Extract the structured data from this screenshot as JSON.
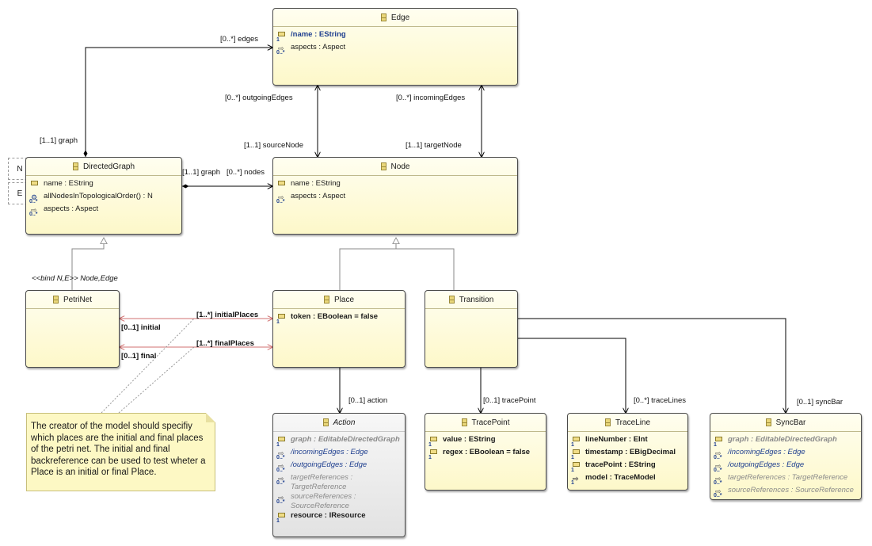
{
  "classes": {
    "edge": {
      "name": "Edge",
      "attrs": [
        {
          "icon": "attribute-icon",
          "mult": "1",
          "text": "/name : EString",
          "style": "derived"
        },
        {
          "icon": "reference-icon",
          "mult": "0..*",
          "text": "aspects : Aspect",
          "style": "plain"
        }
      ]
    },
    "node": {
      "name": "Node",
      "attrs": [
        {
          "icon": "attribute-icon",
          "mult": "",
          "text": "name : EString",
          "style": "plain"
        },
        {
          "icon": "reference-icon",
          "mult": "0..*",
          "text": "aspects : Aspect",
          "style": "plain"
        }
      ]
    },
    "directed_graph": {
      "name": "DirectedGraph",
      "attrs": [
        {
          "icon": "attribute-icon",
          "mult": "",
          "text": "name : EString",
          "style": "plain"
        },
        {
          "icon": "operation-icon",
          "mult": "0..*",
          "text": "allNodesInTopologicalOrder() : N",
          "style": "plain"
        },
        {
          "icon": "reference-icon",
          "mult": "0..*",
          "text": "aspects : Aspect",
          "style": "plain"
        }
      ]
    },
    "petri_net": {
      "name": "PetriNet",
      "attrs": []
    },
    "place": {
      "name": "Place",
      "attrs": [
        {
          "icon": "attribute-icon",
          "mult": "1",
          "text": "token : EBoolean = false",
          "style": "bold"
        }
      ]
    },
    "transition": {
      "name": "Transition",
      "attrs": []
    },
    "action": {
      "name": "Action",
      "attrs": [
        {
          "icon": "attribute-icon",
          "mult": "1",
          "text": "graph : EditableDirectedGraph",
          "style": "grey-bold"
        },
        {
          "icon": "reference-icon",
          "mult": "0..*",
          "text": "/incomingEdges : Edge",
          "style": "ital"
        },
        {
          "icon": "reference-icon",
          "mult": "0..*",
          "text": "/outgoingEdges : Edge",
          "style": "ital"
        },
        {
          "icon": "reference-icon",
          "mult": "0..*",
          "text": "targetReferences : TargetReference",
          "style": "grey"
        },
        {
          "icon": "reference-icon",
          "mult": "0..*",
          "text": "sourceReferences : SourceReference",
          "style": "grey"
        },
        {
          "icon": "attribute-icon",
          "mult": "1",
          "text": "resource : IResource",
          "style": "bold"
        }
      ]
    },
    "trace_point": {
      "name": "TracePoint",
      "attrs": [
        {
          "icon": "attribute-icon",
          "mult": "1",
          "text": "value : EString",
          "style": "bold"
        },
        {
          "icon": "attribute-icon",
          "mult": "1",
          "text": "regex : EBoolean = false",
          "style": "bold"
        }
      ]
    },
    "trace_line": {
      "name": "TraceLine",
      "attrs": [
        {
          "icon": "attribute-icon",
          "mult": "1",
          "text": "lineNumber : EInt",
          "style": "bold"
        },
        {
          "icon": "attribute-icon",
          "mult": "1",
          "text": "timestamp : EBigDecimal",
          "style": "bold"
        },
        {
          "icon": "attribute-icon",
          "mult": "1",
          "text": "tracePoint : EString",
          "style": "bold"
        },
        {
          "icon": "reference-icon",
          "mult": "1",
          "text": "model : TraceModel",
          "style": "bold"
        }
      ]
    },
    "sync_bar": {
      "name": "SyncBar",
      "attrs": [
        {
          "icon": "attribute-icon",
          "mult": "1",
          "text": "graph : EditableDirectedGraph",
          "style": "grey-bold"
        },
        {
          "icon": "reference-icon",
          "mult": "0..*",
          "text": "/incomingEdges : Edge",
          "style": "ital"
        },
        {
          "icon": "reference-icon",
          "mult": "0..*",
          "text": "/outgoingEdges : Edge",
          "style": "ital"
        },
        {
          "icon": "reference-icon",
          "mult": "0..*",
          "text": "targetReferences : TargetReference",
          "style": "grey"
        },
        {
          "icon": "reference-icon",
          "mult": "0..*",
          "text": "sourceReferences : SourceReference",
          "style": "grey"
        }
      ]
    }
  },
  "template_params": [
    "N",
    "E"
  ],
  "labels": {
    "edges": "[0..*] edges",
    "graph": "[1..1] graph",
    "outgoing_edges": "[0..*] outgoingEdges",
    "incoming_edges": "[0..*] incomingEdges",
    "source_node": "[1..1] sourceNode",
    "target_node": "[1..1] targetNode",
    "graph2": "[1..1] graph",
    "nodes": "[0..*] nodes",
    "bind": "<<bind N,E>> Node,Edge",
    "initial_places": "[1..*] initialPlaces",
    "initial": "[0..1] initial",
    "final_places": "[1..*] finalPlaces",
    "final": "[0..1] final",
    "action": "[0..1] action",
    "trace_point": "[0..1] tracePoint",
    "trace_lines": "[0..*] traceLines",
    "sync_bar": "[0..1] syncBar"
  },
  "note": "The creator of the model should specifiy which places are the initial and final places of the petri net. The initial and final backreference can be used to test wheter a Place is an initial or final Place.",
  "colors": {
    "class_fill": "#fdf8c9",
    "note_fill": "#fdf8c4",
    "abstract_fill": "#e2e2e2",
    "opposite_line": "#e29a9a",
    "line": "#000000"
  }
}
